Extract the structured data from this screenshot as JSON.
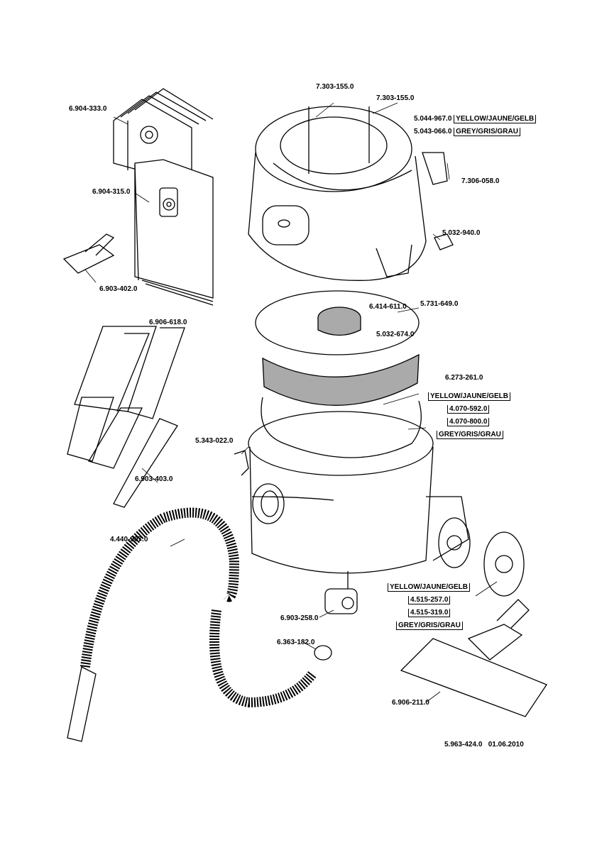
{
  "parts": {
    "screw_left": "7.303-155.0",
    "screw_right": "7.303-155.0",
    "filter_bags_a": "6.904-333.0",
    "filter_bags_b": "6.904-315.0",
    "switch_yellow": "5.044-967.0",
    "switch_grey": "5.043-066.0",
    "screw_small": "7.306-058.0",
    "knob": "5.032-940.0",
    "upholstery_nozzle": "6.903-402.0",
    "foam_filter": "6.414-611.0",
    "filter_basket": "5.731-649.0",
    "suction_tubes": "6.906-618.0",
    "float": "5.032-674.0",
    "filter_ring": "6.273-261.0",
    "container_yellow": "4.070-592.0",
    "container_grey": "4.070-800.0",
    "clip": "5.343-022.0",
    "crevice_nozzle": "6.903-403.0",
    "hose": "4.440-907.0",
    "castor": "6.903-258.0",
    "wheel_yellow": "4.515-257.0",
    "wheel_grey": "4.515-319.0",
    "o_ring": "6.363-182.0",
    "floor_nozzle": "6.906-211.0"
  },
  "colors": {
    "yellow": "YELLOW/JAUNE/GELB",
    "grey": "GREY/GRIS/GRAU"
  },
  "footer": {
    "doc_number": "5.963-424.0",
    "date": "01.06.2010"
  }
}
